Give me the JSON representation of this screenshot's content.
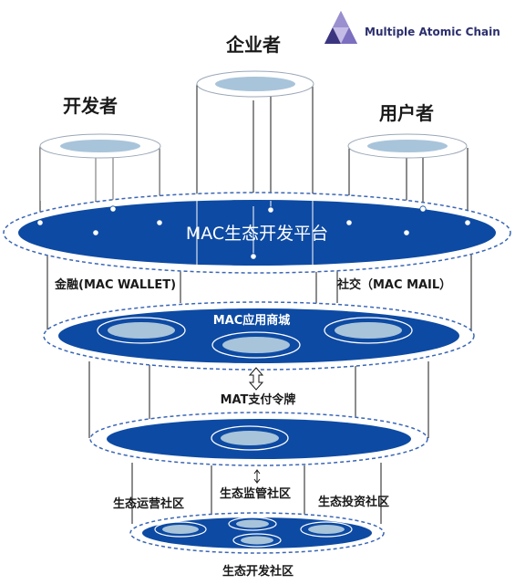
{
  "brand": {
    "name": "Multiple Atomic Chain",
    "logo_icon": "triangle-mosaic-logo"
  },
  "users": {
    "developers": "开发者",
    "enterprises": "企业者",
    "consumers": "用户者"
  },
  "platform": {
    "title": "MAC生态开发平台"
  },
  "apps": {
    "left": "金融(MAC WALLET)",
    "right": "社交（MAC MAIL）",
    "store": "MAC应用商城"
  },
  "token": {
    "label": "MAT支付令牌",
    "arrow_icon": "double-arrow-icon"
  },
  "communities": {
    "arrow_icon": "small-double-arrow-icon",
    "operations": "生态运营社区",
    "supervision": "生态监管社区",
    "investment": "生态投资社区",
    "development": "生态开发社区"
  },
  "colors": {
    "primary_blue": "#0d4aa3",
    "light_blue": "#a8c4da",
    "ring_border": "#3a66b5",
    "brand_purple": "#2b2f6e"
  }
}
